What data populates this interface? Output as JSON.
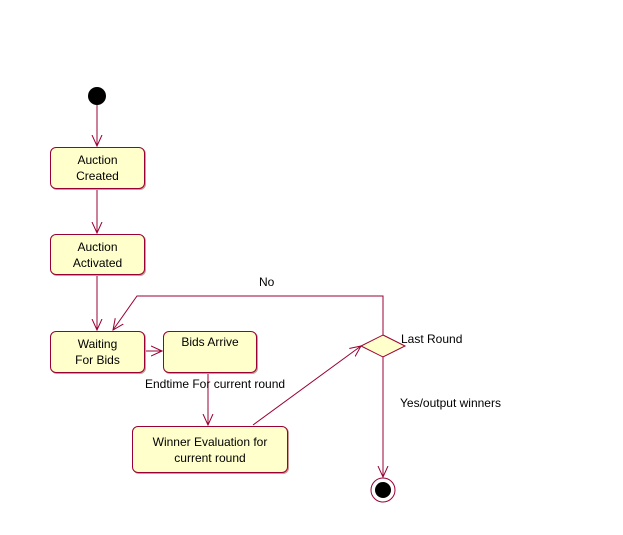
{
  "diagram": {
    "states": {
      "auction_created": "Auction\nCreated",
      "auction_activated": "Auction\nActivated",
      "waiting_for_bids": "Waiting\nFor Bids",
      "bids_arrive": "Bids Arrive",
      "winner_evaluation": "Winner Evaluation for\ncurrent round"
    },
    "labels": {
      "no": "No",
      "last_round": "Last Round",
      "endtime": "Endtime For current round",
      "yes_output": "Yes/output winners"
    }
  },
  "colors": {
    "state_fill": "#ffffcc",
    "line": "#990033"
  }
}
